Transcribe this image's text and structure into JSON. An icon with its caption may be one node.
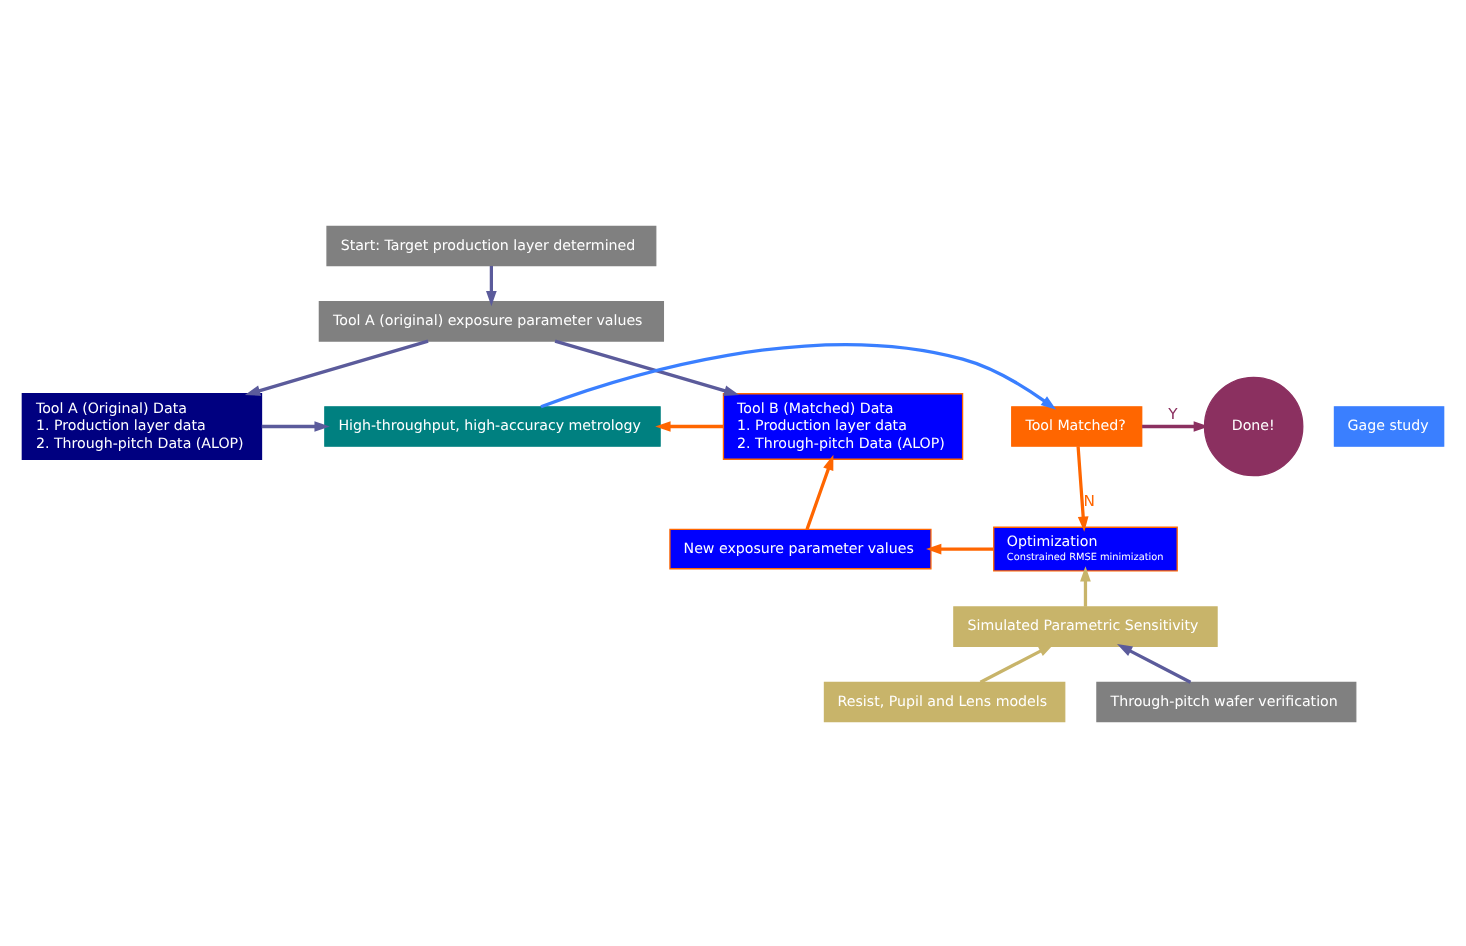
{
  "diagram": {
    "nodes": [
      {
        "text": [
          "Start: Target production layer determined"
        ]
      },
      {
        "text": [
          "Tool A (original) exposure parameter values"
        ]
      },
      {
        "text": [
          "Tool A (Original) Data",
          "1. Production layer data",
          "2. Through-pitch Data (ALOP)"
        ]
      },
      {
        "text": [
          "Tool B (Matched) Data",
          "1. Production layer data",
          "2. Through-pitch Data (ALOP)"
        ]
      },
      {
        "text": [
          "High-throughput, high-accuracy metrology"
        ]
      },
      {
        "text": [
          "Gage study"
        ]
      },
      {
        "text": [
          "Tool Matched?"
        ]
      },
      {
        "text": [
          "Done!"
        ]
      },
      {
        "text": [
          "New exposure parameter values"
        ]
      },
      {
        "text": [
          "Optimization",
          "Constrained RMSE minimization"
        ]
      },
      {
        "text": [
          "Simulated Parametric Sensitivity"
        ]
      },
      {
        "text": [
          "Resist, Pupil and Lens models"
        ]
      },
      {
        "text": [
          "Through-pitch wafer verification"
        ]
      }
    ],
    "edges": [
      {
        "from": 0,
        "to": 1,
        "arrow": "to",
        "color": "#5b5b9b"
      },
      {
        "from": 1,
        "to": 2,
        "arrow": "to",
        "color": "#5b5b9b"
      },
      {
        "from": 1,
        "to": 3,
        "arrow": "to",
        "color": "#5b5b9b"
      },
      {
        "from": 2,
        "to": 4,
        "arrow": "to",
        "color": "#5b5b9b"
      },
      {
        "from": 3,
        "to": 4,
        "arrow": "to",
        "color": "#ff6600"
      },
      {
        "from": 4,
        "to": 6,
        "arrow": "to",
        "color": "#3a7fff"
      },
      {
        "from": 6,
        "to": 7,
        "arrow": "to",
        "label": "Y",
        "color": "#8b3060"
      },
      {
        "from": 6,
        "to": 9,
        "arrow": "to",
        "label": "N",
        "color": "#ff6600"
      },
      {
        "from": 9,
        "to": 8,
        "arrow": "to",
        "color": "#ff6600"
      },
      {
        "from": 8,
        "to": 3,
        "arrow": "to",
        "color": "#ff6600"
      },
      {
        "from": 10,
        "to": 9,
        "arrow": "to",
        "color": "#c8b46a"
      },
      {
        "from": 11,
        "to": 10,
        "arrow": "to",
        "color": "#c8b46a"
      },
      {
        "from": 12,
        "to": 10,
        "arrow": "to",
        "color": "#5b5b9b"
      }
    ]
  }
}
